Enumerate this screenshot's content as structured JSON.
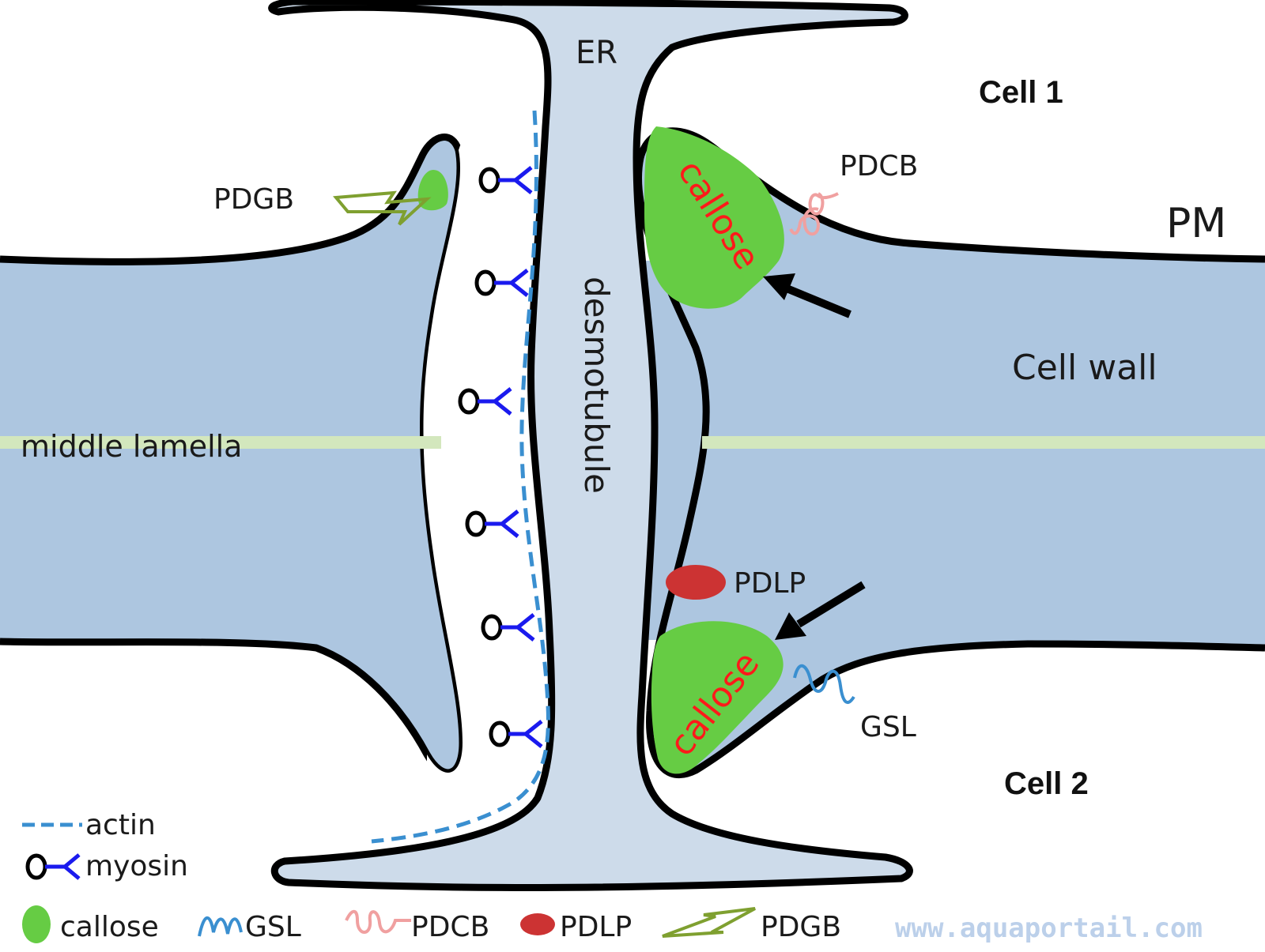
{
  "labels": {
    "er": "ER",
    "cell1": "Cell 1",
    "cell2": "Cell 2",
    "pm": "PM",
    "cell_wall": "Cell wall",
    "middle_lamella": "middle lamella",
    "desmotubule": "desmotubule",
    "callose_top": "callose",
    "callose_bottom": "callose",
    "pdcb": "PDCB",
    "pdgb": "PDGB",
    "pdlp": "PDLP",
    "gsl": "GSL"
  },
  "legend": {
    "actin": "actin",
    "myosin": "myosin",
    "callose": "callose",
    "gsl": "GSL",
    "pdcb": "PDCB",
    "pdlp": "PDLP",
    "pdgb": "PDGB"
  },
  "watermark": "www.aquaportail.com",
  "colors": {
    "cell_wall": "#adc6e0",
    "er": "#cddbea",
    "middle_lamella": "#d3e7bd",
    "callose": "#66cc44",
    "pdlp": "#cc3333",
    "pdcb": "#f0a0a0",
    "gsl": "#3a8fd0",
    "pdgb": "#7fa030",
    "actin": "#3a8fd0",
    "myosin": "#1a1aee",
    "outline": "#000000"
  }
}
